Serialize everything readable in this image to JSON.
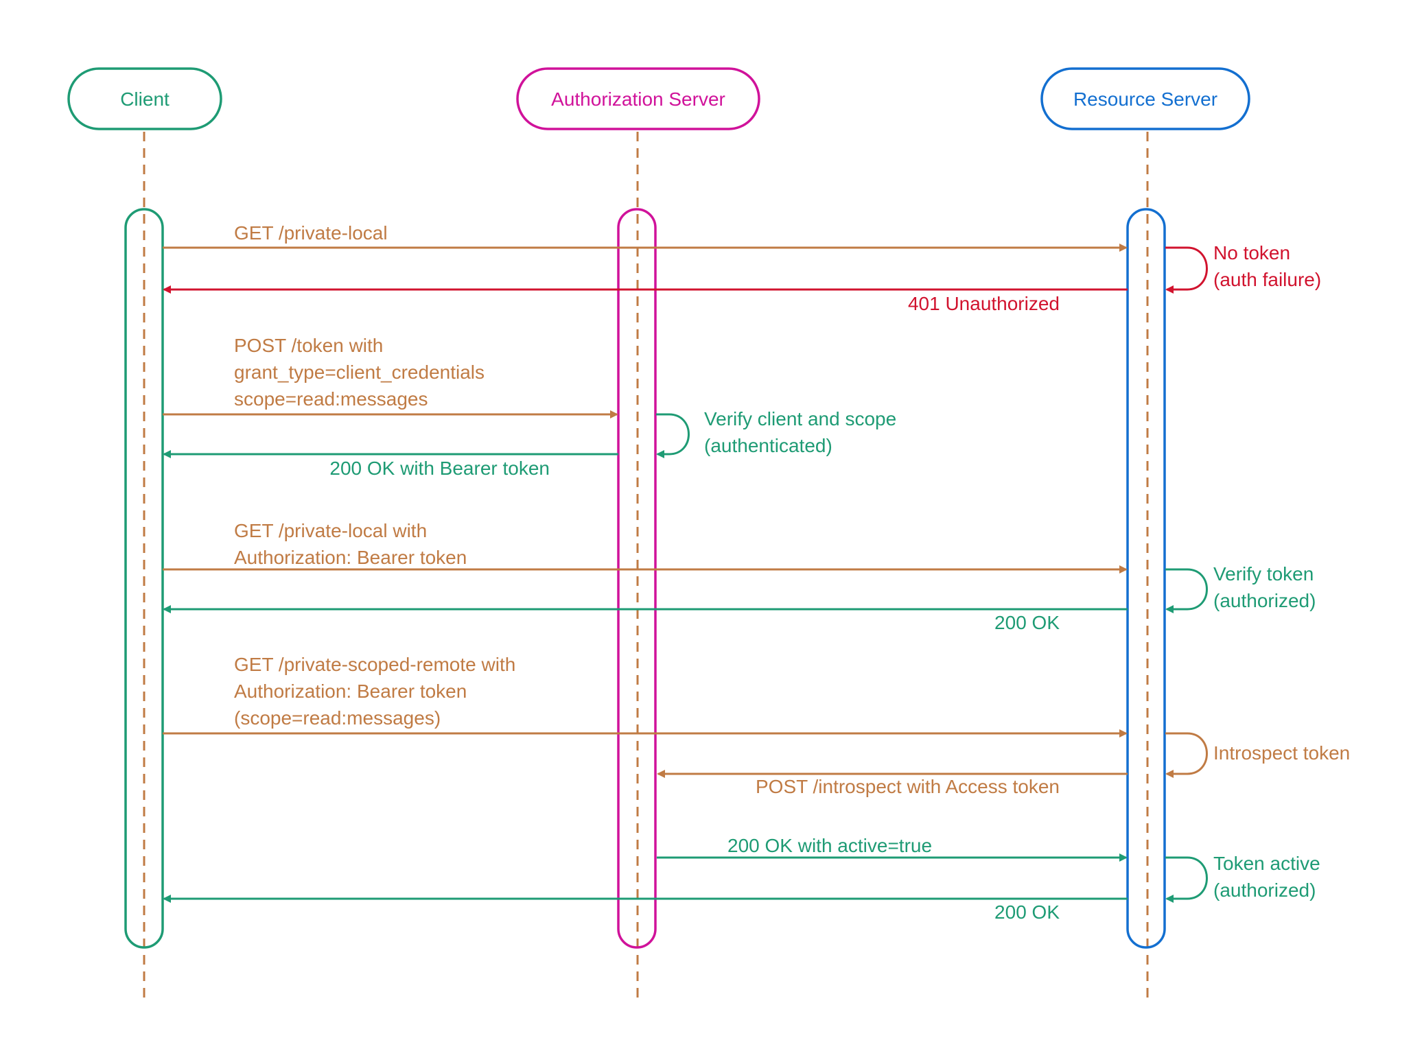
{
  "colors": {
    "client": "#1e9b74",
    "auth_server": "#d0129a",
    "resource_server": "#136fd0",
    "request": "#c07b44",
    "success": "#1e9b74",
    "error": "#d1132e",
    "lifeline": "#c07b44",
    "background": "#ffffff"
  },
  "participants": {
    "client": {
      "label": "Client"
    },
    "auth_server": {
      "label": "Authorization Server"
    },
    "resource_server": {
      "label": "Resource Server"
    }
  },
  "messages": {
    "get_private_local": {
      "from": "client",
      "to": "resource_server",
      "kind": "request",
      "lines": [
        "GET /private-local"
      ]
    },
    "unauthorized": {
      "from": "resource_server",
      "to": "client",
      "kind": "error",
      "lines": [
        "401 Unauthorized"
      ]
    },
    "post_token": {
      "from": "client",
      "to": "auth_server",
      "kind": "request",
      "lines": [
        "POST /token with",
        "grant_type=client_credentials",
        "scope=read:messages"
      ]
    },
    "token_ok": {
      "from": "auth_server",
      "to": "client",
      "kind": "success",
      "lines": [
        "200 OK with Bearer token"
      ]
    },
    "get_private_local_bearer": {
      "from": "client",
      "to": "resource_server",
      "kind": "request",
      "lines": [
        "GET /private-local with",
        "Authorization: Bearer token"
      ]
    },
    "local_ok": {
      "from": "resource_server",
      "to": "client",
      "kind": "success",
      "lines": [
        "200 OK"
      ]
    },
    "get_scoped_remote": {
      "from": "client",
      "to": "resource_server",
      "kind": "request",
      "lines": [
        "GET /private-scoped-remote with",
        "Authorization: Bearer token",
        "(scope=read:messages)"
      ]
    },
    "introspect": {
      "from": "resource_server",
      "to": "auth_server",
      "kind": "request",
      "lines": [
        "POST /introspect with Access token"
      ]
    },
    "introspect_ok": {
      "from": "auth_server",
      "to": "resource_server",
      "kind": "success",
      "lines": [
        "200 OK with active=true"
      ]
    },
    "scoped_ok": {
      "from": "resource_server",
      "to": "client",
      "kind": "success",
      "lines": [
        "200 OK"
      ]
    }
  },
  "self_notes": {
    "no_token": {
      "on": "resource_server",
      "kind": "error",
      "lines": [
        "No token",
        "(auth failure)"
      ]
    },
    "verify_client": {
      "on": "auth_server",
      "kind": "success",
      "lines": [
        "Verify client and scope",
        "(authenticated)"
      ]
    },
    "verify_token": {
      "on": "resource_server",
      "kind": "success",
      "lines": [
        "Verify token",
        "(authorized)"
      ]
    },
    "introspect_token": {
      "on": "resource_server",
      "kind": "request",
      "lines": [
        "Introspect token"
      ]
    },
    "token_active": {
      "on": "resource_server",
      "kind": "success",
      "lines": [
        "Token active",
        "(authorized)"
      ]
    }
  }
}
